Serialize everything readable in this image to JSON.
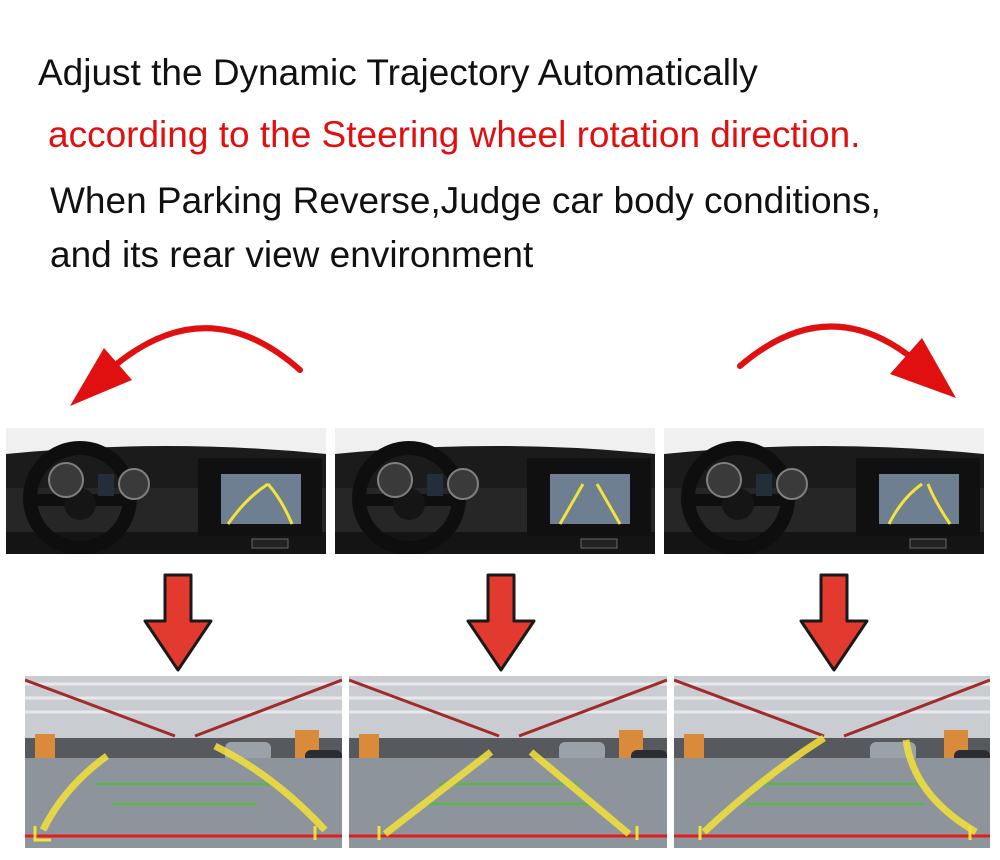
{
  "headline": {
    "line1": "Adjust the Dynamic Trajectory Automatically",
    "line2": "according to the Steering wheel rotation direction.",
    "line3": "When Parking Reverse,Judge car body conditions,",
    "line4": "and its rear view environment"
  },
  "colors": {
    "accent_red": "#e01010",
    "arrow_red": "#e23a2e",
    "guide_yellow": "#f4e23a",
    "guide_green": "#4fbf3a",
    "guide_red": "#e21d1d",
    "text_black": "#111111"
  },
  "icons": {
    "steer_left": "curved-arrow-left-icon",
    "steer_right": "curved-arrow-right-icon",
    "down": "down-arrow-icon"
  },
  "panels": [
    {
      "steering": "left",
      "trajectory": "curves-left"
    },
    {
      "steering": "center",
      "trajectory": "straight"
    },
    {
      "steering": "right",
      "trajectory": "curves-right"
    }
  ]
}
